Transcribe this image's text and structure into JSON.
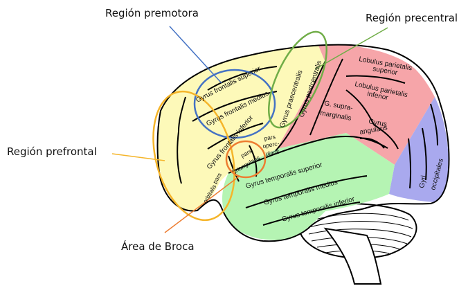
{
  "callouts": {
    "premotora": "Región premotora",
    "precentral": "Región precentral",
    "prefrontal": "Región prefrontal",
    "broca": "Área de Broca"
  },
  "gyri": {
    "frontalis_superior": "Gyrus frontalis superior",
    "frontalis_medius": "Gyrus frontalis medius",
    "frontalis_inferior": "Gyrus frontalis inferior",
    "praecentralis": "Gyrus praecentralis",
    "postcentralis": "Gyrus postcentralis",
    "lobulus_sup_1": "Lobulus parietalis",
    "lobulus_sup_2": "superior",
    "lobulus_inf_1": "Lobulus parietalis",
    "lobulus_inf_2": "inferior",
    "supramarg_1": "G. supra-",
    "supramarg_2": "marginalis",
    "angularis_1": "Gyrus",
    "angularis_2": "angularis",
    "occ_1": "Gyri",
    "occ_2": "occipitales",
    "temp_sup": "Gyrus temporalis superior",
    "temp_med": "Gyrus temporalis medius",
    "temp_inf": "Gyrus temporalis inferior",
    "pars_orb_1": "pars",
    "pars_orb_2": "orbitalis",
    "pars_tri_1": "pars",
    "pars_tri_2": "triangularis",
    "pars_op_1": "pars",
    "pars_op_2": "operc-",
    "pars_op_3": "ularis"
  },
  "colors": {
    "frontal": "#fdf9b9",
    "parietal": "#f6a5a9",
    "temporal": "#b5f4b3",
    "occipital": "#a9a9ee",
    "premotora_ring": "#4472c4",
    "precentral_ring": "#70ad47",
    "prefrontal_ring": "#f5b52a",
    "broca_ring": "#ed7d31"
  }
}
